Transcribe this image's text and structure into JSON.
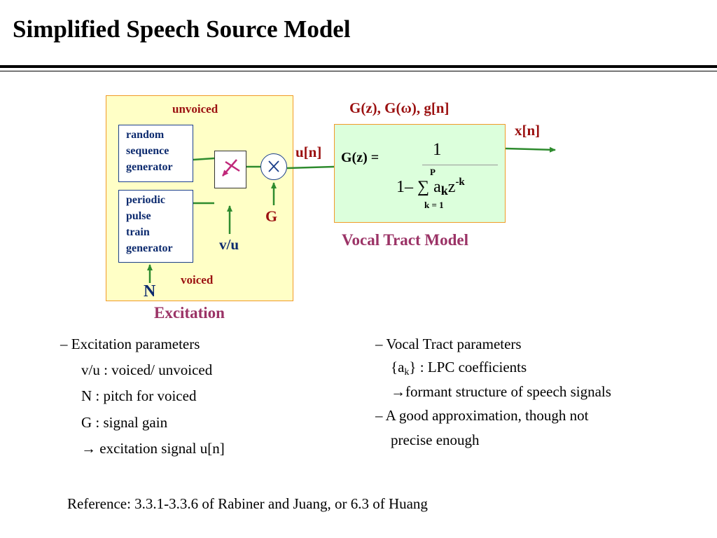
{
  "slide": {
    "title": "Simplified Speech Source Model"
  },
  "diagram": {
    "excitation": {
      "label": "Excitation",
      "unvoiced_label": "unvoiced",
      "voiced_label": "voiced",
      "random_generator": [
        "random",
        "sequence",
        "generator"
      ],
      "periodic_generator": [
        "periodic",
        "pulse",
        "train",
        "generator"
      ],
      "switch_control_label": "v/u",
      "pitch_label": "N",
      "gain_label": "G"
    },
    "signal_labels": {
      "excitation_signal": "u[n]",
      "output_signal": "x[n]",
      "transfer_functions": "G(z), G(ω), g[n]"
    },
    "vocal_tract": {
      "label": "Vocal Tract Model",
      "formula_lhs": "G(z) =",
      "numerator": "1",
      "den_one_minus": "1– ",
      "sigma": "∑",
      "sigma_upper": "P",
      "sigma_lower": "k = 1",
      "term_a": " a",
      "term_k": "k",
      "term_z": "z",
      "term_exp": "-k"
    }
  },
  "left_notes": {
    "heading": "–   Excitation parameters",
    "lines": [
      "v/u : voiced/ unvoiced",
      "N : pitch for voiced",
      "G : signal gain",
      "→ excitation signal u[n]"
    ]
  },
  "right_notes": {
    "heading": "– Vocal Tract parameters",
    "lpc_open": "{a",
    "lpc_sub": "k",
    "lpc_rest": "} : LPC coefficients",
    "formant_line": "→formant structure of speech signals",
    "approx_line1": "– A good approximation, though not",
    "approx_line2": "precise enough"
  },
  "reference": "Reference: 3.3.1-3.3.6 of Rabiner and Juang, or 6.3 of Huang",
  "colors": {
    "label_red": "#9b1111",
    "label_plum": "#9b3366",
    "navy": "#0c2a6e",
    "wire_green": "#2e8b2e",
    "box_border": "#f09a28",
    "excitation_fill": "#ffffc6",
    "vocal_tract_fill": "#dcffdc"
  }
}
